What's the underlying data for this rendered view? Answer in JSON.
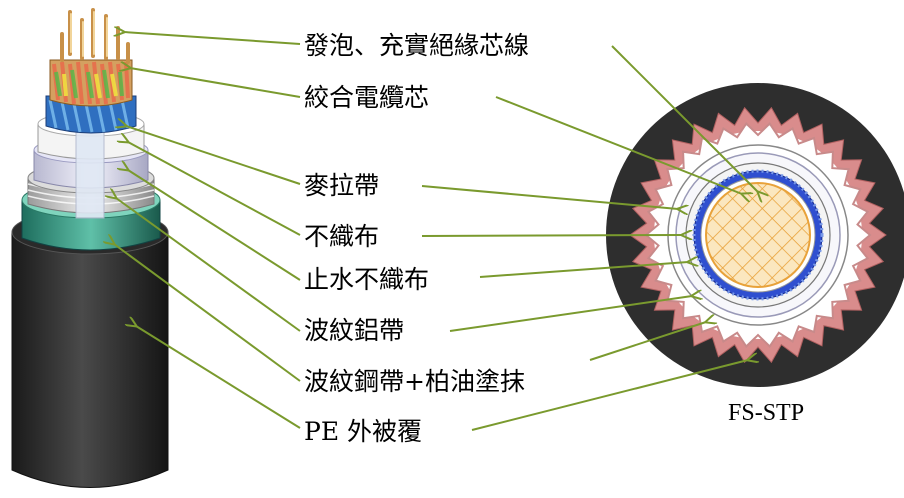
{
  "labels": [
    "發泡、充實絕緣芯線",
    "絞合電纜芯",
    "麥拉帶",
    "不織布",
    "止水不織布",
    "波紋鋁帶",
    "波紋鋼帶+柏油塗抹",
    "PE 外被覆"
  ],
  "caption": "FS-STP",
  "colors": {
    "leader_line": "#7a9a2e",
    "jacket": "#2e2e2e",
    "armor_wave": "#d98c8c",
    "shield_blue": "#2f4fd0",
    "core_fill": "#fbe7bf",
    "core_grid": "#e8a23a",
    "steel_tape": "#4fa896"
  }
}
